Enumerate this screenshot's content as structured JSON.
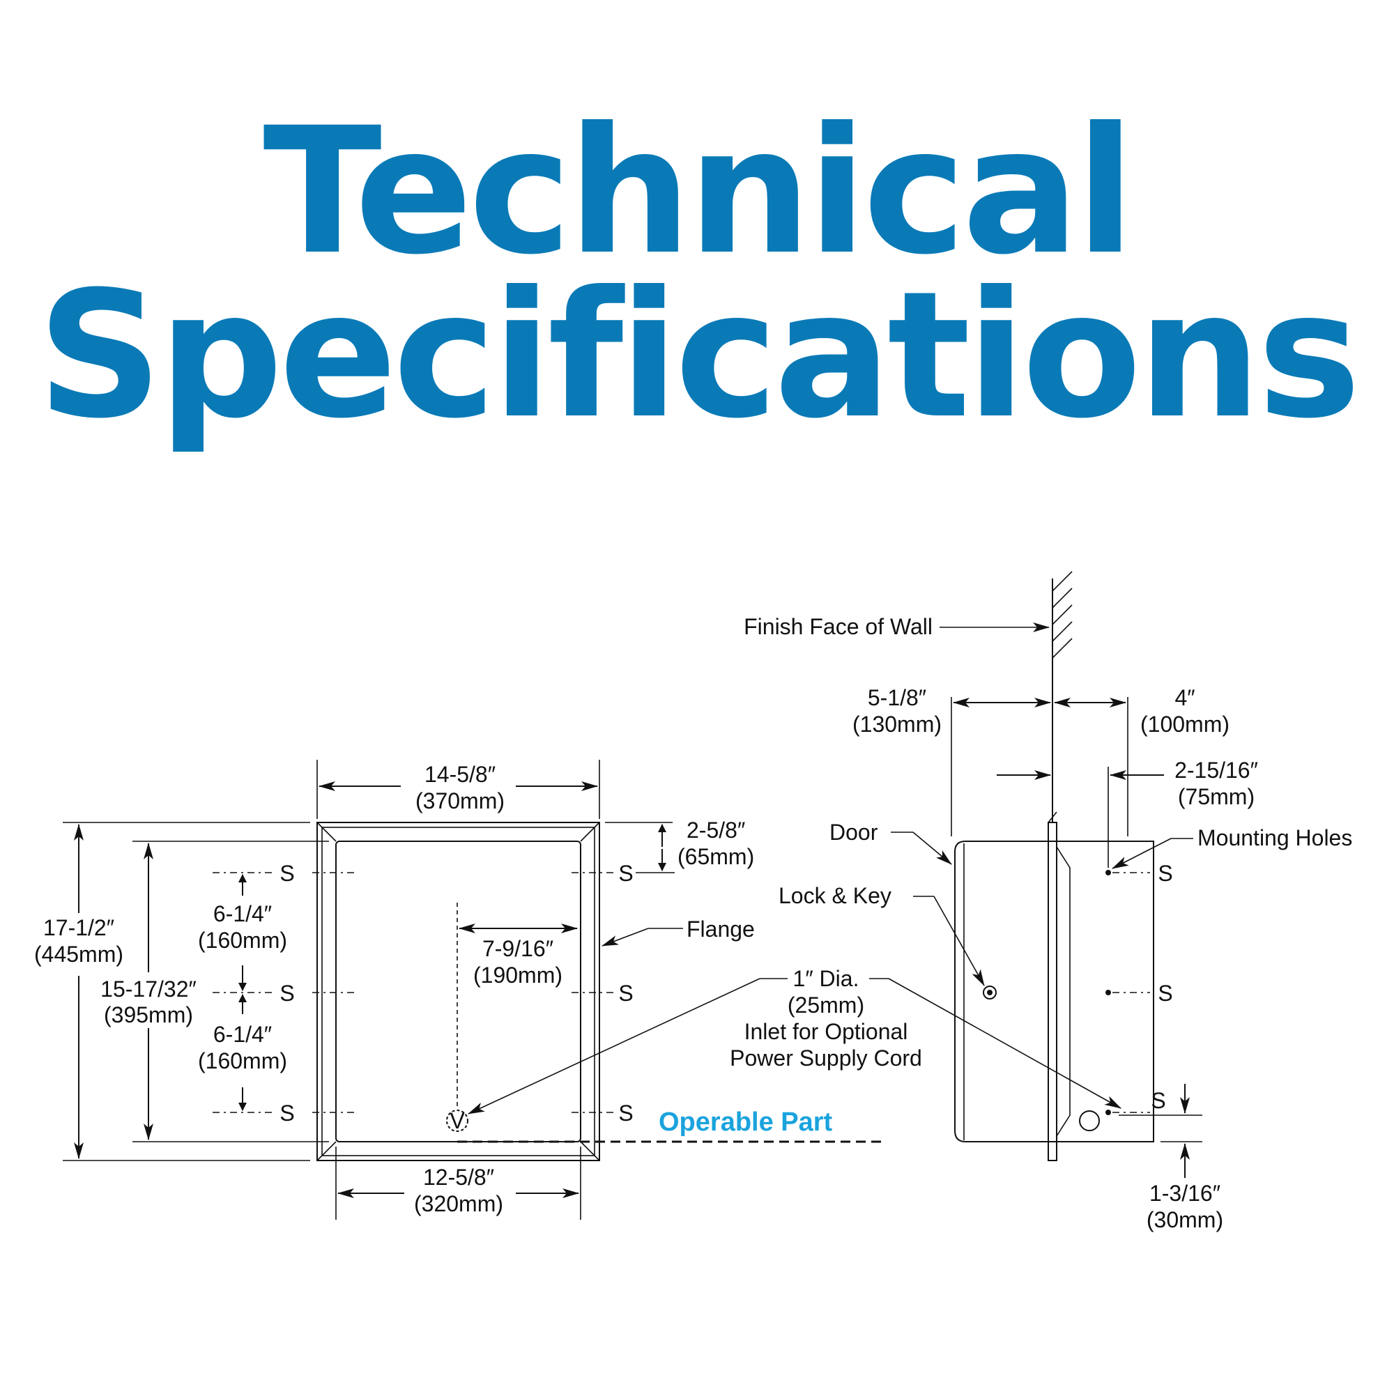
{
  "title": {
    "line1": "Technical",
    "line2": "Specifications"
  },
  "colors": {
    "title": "#0a7ab7",
    "operable_part": "#1aa3dd",
    "line": "#111111"
  },
  "front_view": {
    "overall_width": {
      "in": "14-5/8″",
      "mm": "(370mm)"
    },
    "inner_width": {
      "in": "12-5/8″",
      "mm": "(320mm)"
    },
    "overall_height": {
      "in": "17-1/2″",
      "mm": "(445mm)"
    },
    "inner_height": {
      "in": "15-17/32″",
      "mm": "(395mm)"
    },
    "top_offset": {
      "in": "2-5/8″",
      "mm": "(65mm)"
    },
    "spacing_upper": {
      "in": "6-1/4″",
      "mm": "(160mm)"
    },
    "spacing_lower": {
      "in": "6-1/4″",
      "mm": "(160mm)"
    },
    "inlet_offset": {
      "in": "7-9/16″",
      "mm": "(190mm)"
    },
    "flange_label": "Flange",
    "screw_label": "S",
    "inlet_marker": "V",
    "operable_part": "Operable Part"
  },
  "inlet_callout": {
    "line1": "1″ Dia.",
    "line2": "(25mm)",
    "line3": "Inlet for Optional",
    "line4": "Power Supply Cord"
  },
  "side_view": {
    "wall_label": "Finish Face of Wall",
    "recess_depth": {
      "in": "5-1/8″",
      "mm": "(130mm)"
    },
    "projection": {
      "in": "4″",
      "mm": "(100mm)"
    },
    "hole_offset": {
      "in": "2-15/16″",
      "mm": "(75mm)"
    },
    "bottom_offset": {
      "in": "1-3/16″",
      "mm": "(30mm)"
    },
    "door_label": "Door",
    "lock_label": "Lock & Key",
    "mounting_label": "Mounting Holes",
    "screw_label": "S"
  }
}
